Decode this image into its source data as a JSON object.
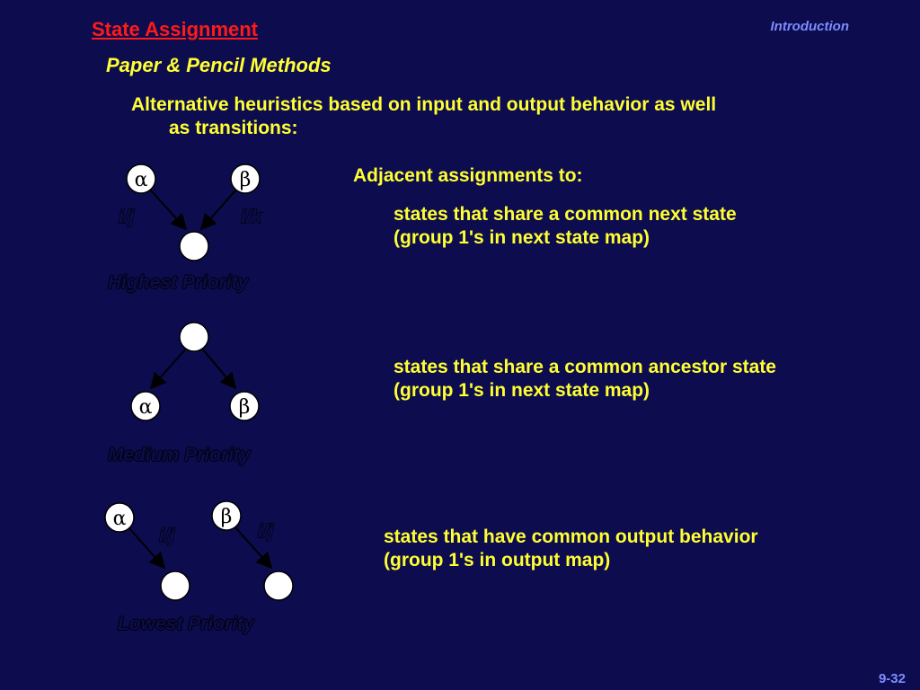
{
  "header": {
    "title": "State Assignment",
    "section": "Introduction",
    "subtitle": "Paper & Pencil Methods"
  },
  "intro": {
    "line1": "Alternative heuristics based on input and output behavior as well",
    "line2": "as transitions:"
  },
  "adjacent_heading": "Adjacent assignments to:",
  "rules": [
    {
      "line1": "states that share a common next state",
      "line2": "(group 1's in next state map)"
    },
    {
      "line1": "states that share a common ancestor state",
      "line2": "(group 1's in next state map)"
    },
    {
      "line1": "states that have common output behavior",
      "line2": "(group 1's in output map)"
    }
  ],
  "diagrams": {
    "highest": {
      "priority": "Highest Priority",
      "node_a": "α",
      "node_b": "β",
      "label_a": "i/j",
      "label_b": "i/k"
    },
    "medium": {
      "priority": "Medium Priority",
      "node_a": "α",
      "node_b": "β"
    },
    "lowest": {
      "priority": "Lowest Priority",
      "node_a": "α",
      "node_b": "β",
      "label_a": "i/j",
      "label_b": "i/j"
    }
  },
  "page_number": "9-32"
}
